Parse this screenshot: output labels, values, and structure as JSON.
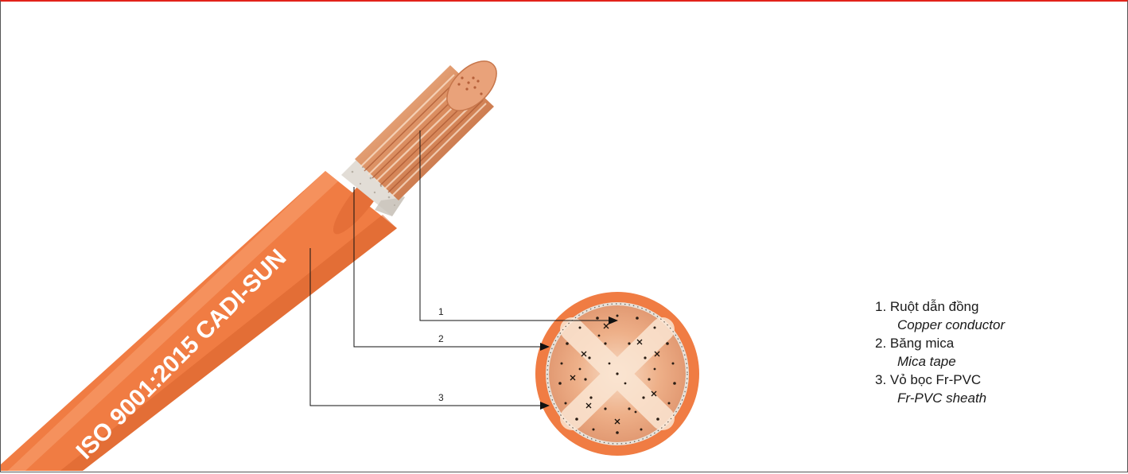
{
  "cable_print": "ISO 9001:2015 CADI-SUN",
  "callouts": [
    {
      "number": "1"
    },
    {
      "number": "2"
    },
    {
      "number": "3"
    }
  ],
  "legend": [
    {
      "vi": "1. Ruột dẫn đồng",
      "en": "Copper conductor"
    },
    {
      "vi": "2. Băng mica",
      "en": "Mica tape"
    },
    {
      "vi": "3. Vỏ bọc Fr-PVC",
      "en": "Fr-PVC sheath"
    }
  ],
  "colors": {
    "sheath": "#f07c43",
    "sheath_dark": "#d9622c",
    "copper": "#e7a47b",
    "copper_light": "#f7d5b7",
    "mica": "#e2ddd6",
    "frame_top": "#e2231a"
  },
  "icons": [
    "arrow-head"
  ]
}
